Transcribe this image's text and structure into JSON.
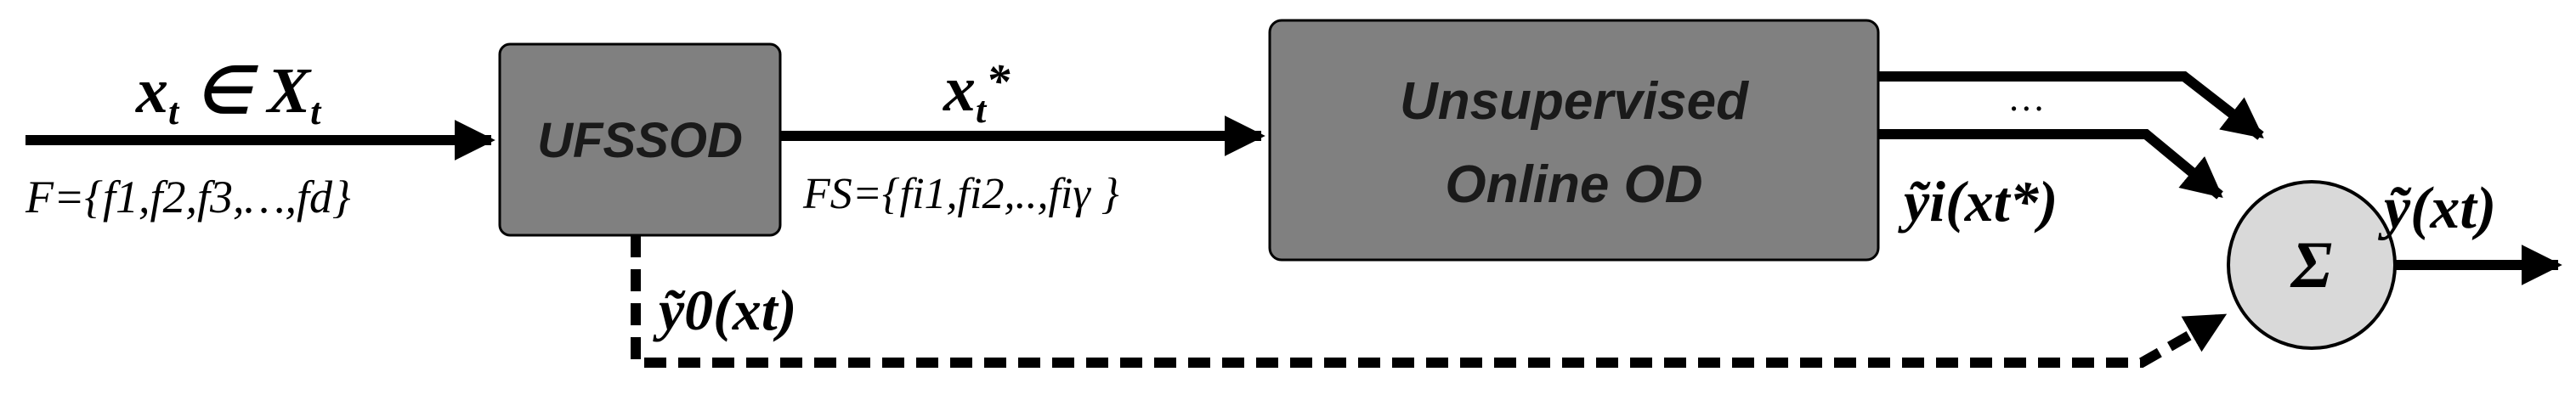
{
  "blocks": {
    "ufssod": "UFSSOD",
    "online_od_line1": "Unsupervised",
    "online_od_line2": "Online OD",
    "sum": "Σ"
  },
  "labels": {
    "input": "x",
    "input_sub": "t",
    "input_in": " ∈ X",
    "input_in_sub": "t",
    "feature_set": "F={f1,f2,f3,…,fd}",
    "selected_input": "x",
    "selected_sub": "t",
    "selected_star": "*",
    "selected_set": "FS={fi1,fi2,..,fiγ }",
    "ellipsis": "…",
    "yi_label": "ỹi(xt*)",
    "y0_label": "ỹ0(xt)",
    "output_label": "ỹ(xt)"
  }
}
